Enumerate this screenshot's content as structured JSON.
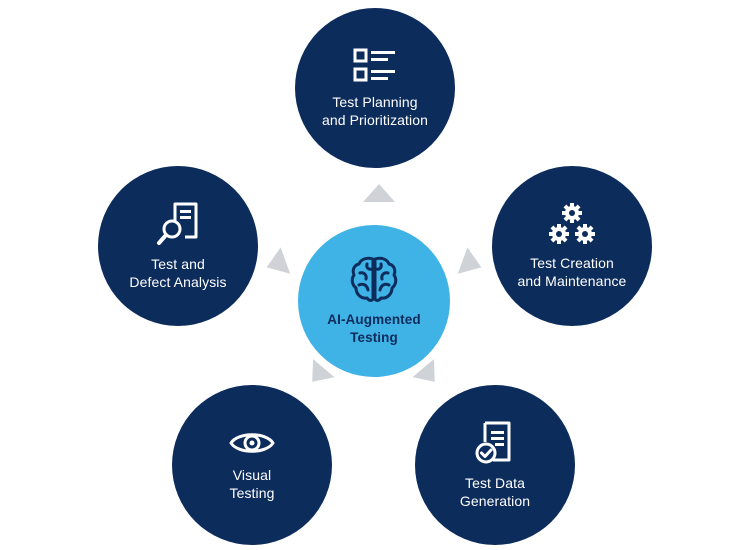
{
  "diagram": {
    "center": {
      "line1": "AI-Augmented",
      "line2": "Testing",
      "icon": "brain-icon"
    },
    "nodes": [
      {
        "line1": "Test Planning",
        "line2": "and Prioritization",
        "icon": "checklist-icon"
      },
      {
        "line1": "Test Creation",
        "line2": "and Maintenance",
        "icon": "gears-icon"
      },
      {
        "line1": "Test Data",
        "line2": "Generation",
        "icon": "document-check-icon"
      },
      {
        "line1": "Visual",
        "line2": "Testing",
        "icon": "eye-icon"
      },
      {
        "line1": "Test and",
        "line2": "Defect Analysis",
        "icon": "document-search-icon"
      }
    ],
    "colors": {
      "outer_node": "#0c2c5c",
      "center_node": "#3fb2e6",
      "arrow": "#cfd3d7",
      "outer_text": "#ffffff",
      "center_text": "#0c2c5c"
    }
  }
}
